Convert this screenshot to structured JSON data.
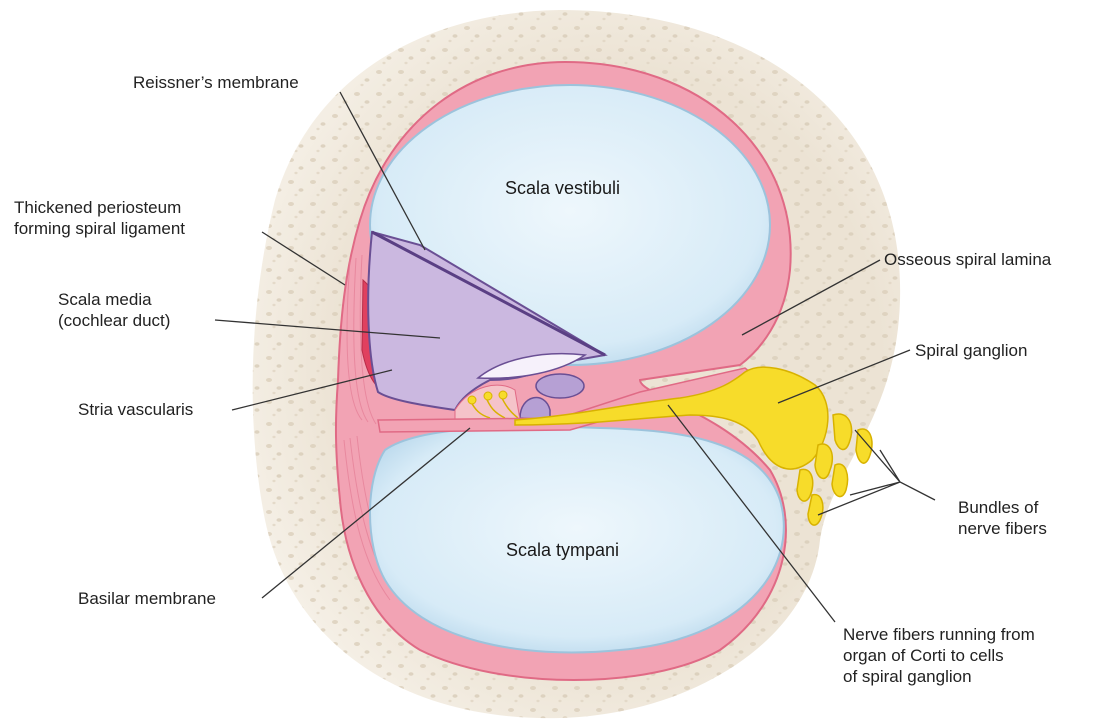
{
  "colors": {
    "bone": "#ece3d4",
    "bone_dots": "#d8ccb8",
    "periosteum": "#f2a3b4",
    "periosteum_edge": "#e06a85",
    "chamber_fill": "#d9ecf7",
    "chamber_edge": "#9cc3dc",
    "scala_media": "#cbb8e0",
    "scala_media_edge": "#6a4f94",
    "stria": "#e0405f",
    "nerve": "#f7dc2a",
    "nerve_edge": "#d8b200",
    "leader": "#333333",
    "text": "#222222"
  },
  "labels": {
    "reissner": "Reissner’s membrane",
    "periosteum_l1": "Thickened periosteum",
    "periosteum_l2": "forming spiral ligament",
    "scala_media_l1": "Scala media",
    "scala_media_l2": "(cochlear duct)",
    "stria": "Stria vascularis",
    "basilar": "Basilar membrane",
    "osseous": "Osseous spiral lamina",
    "ganglion": "Spiral ganglion",
    "bundles_l1": "Bundles of",
    "bundles_l2": "nerve fibers",
    "nerve_l1": "Nerve fibers running from",
    "nerve_l2": "organ of Corti to cells",
    "nerve_l3": "of spiral ganglion"
  },
  "inner_labels": {
    "vestibuli": "Scala vestibuli",
    "tympani": "Scala tympani"
  }
}
